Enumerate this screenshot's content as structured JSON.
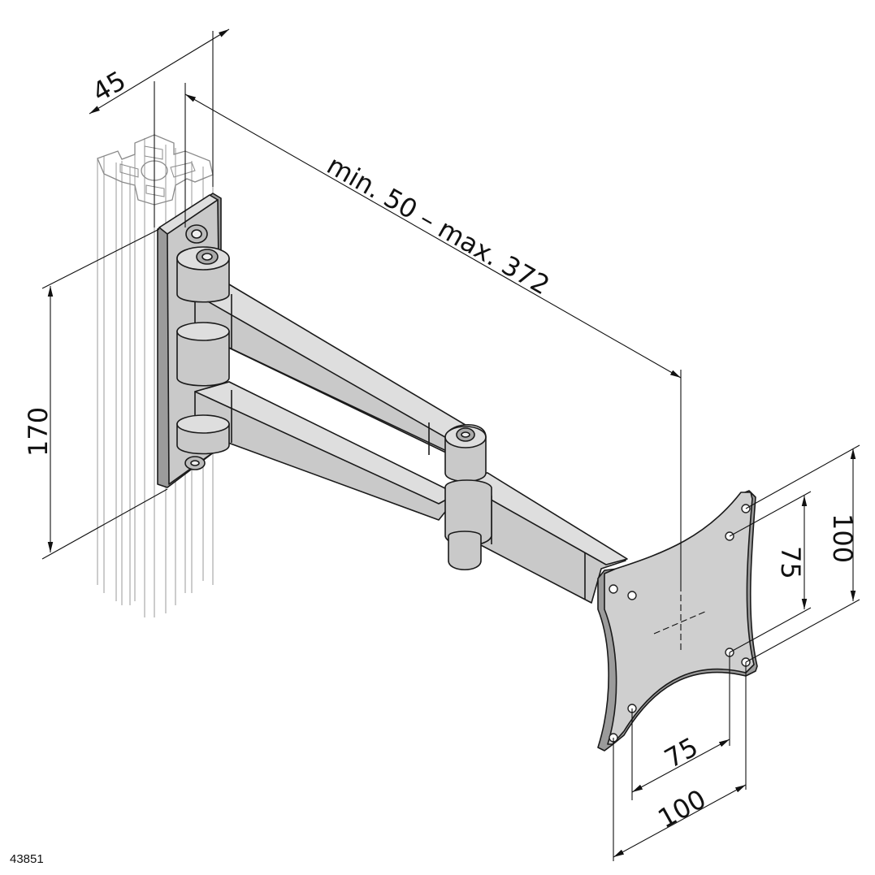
{
  "drawing": {
    "reference_number": "43851",
    "dimensions": {
      "profile_width": "45",
      "reach": "min. 50 – max. 372",
      "mount_height": "170",
      "vesa_inner_vertical": "75",
      "vesa_outer_vertical": "100",
      "vesa_inner_horizontal": "75",
      "vesa_outer_horizontal": "100"
    }
  }
}
